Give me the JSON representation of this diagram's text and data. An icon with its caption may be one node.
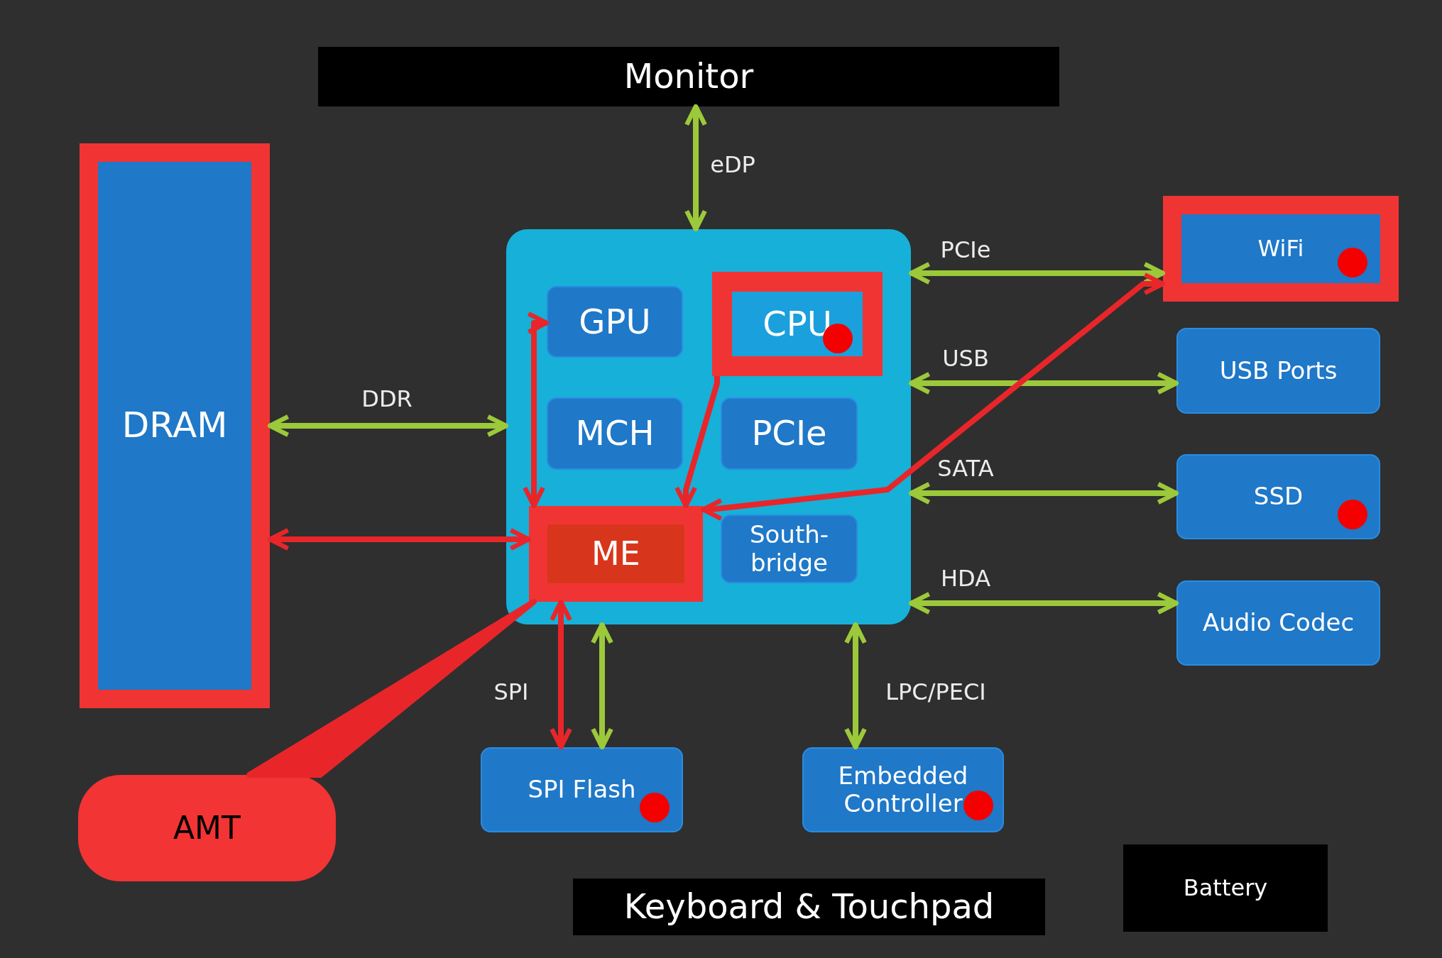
{
  "diagram": {
    "nodes": [
      {
        "text": [
          "Monitor"
        ]
      },
      {
        "text": [
          "DRAM"
        ]
      },
      {
        "text": [],
        "shape": "box"
      },
      {
        "text": [
          "GPU"
        ],
        "in": 2
      },
      {
        "text": [
          "CPU"
        ],
        "in": 2
      },
      {
        "text": [
          "MCH"
        ],
        "in": 2
      },
      {
        "text": [
          "PCIe"
        ],
        "in": 2
      },
      {
        "text": [
          "ME"
        ],
        "in": 2
      },
      {
        "text": [
          "South- bridge"
        ],
        "in": 2
      },
      {
        "text": [
          "WiFi"
        ]
      },
      {
        "text": [
          "USB Ports"
        ]
      },
      {
        "text": [
          "SSD"
        ]
      },
      {
        "text": [
          "Audio Codec"
        ]
      },
      {
        "text": [
          "SPI Flash"
        ]
      },
      {
        "text": [
          "Embedded Controller"
        ]
      },
      {
        "text": [
          "AMT"
        ]
      },
      {
        "text": [
          "Keyboard & Touchpad"
        ]
      },
      {
        "text": [
          "Battery"
        ]
      }
    ],
    "edges": [
      {
        "from": 0,
        "to": 2,
        "arrow": "both",
        "label": "eDP"
      },
      {
        "from": 1,
        "to": 2,
        "arrow": "both",
        "label": "DDR"
      },
      {
        "from": 2,
        "to": 9,
        "arrow": "both",
        "label": "PCIe"
      },
      {
        "from": 2,
        "to": 10,
        "arrow": "both",
        "label": "USB"
      },
      {
        "from": 2,
        "to": 11,
        "arrow": "both",
        "label": "SATA"
      },
      {
        "from": 2,
        "to": 12,
        "arrow": "both",
        "label": "HDA"
      },
      {
        "from": 2,
        "to": 13,
        "arrow": "both",
        "label": "SPI"
      },
      {
        "from": 2,
        "to": 14,
        "arrow": "both",
        "label": "LPC/PECI"
      },
      {
        "from": 3,
        "to": 7,
        "arrow": "both",
        "color": "#e8262a"
      },
      {
        "from": 4,
        "to": 7,
        "arrow": "to",
        "color": "#e8262a"
      },
      {
        "from": 7,
        "to": 9,
        "arrow": "both",
        "color": "#e8262a"
      },
      {
        "from": 7,
        "to": 1,
        "arrow": "both",
        "color": "#e8262a"
      },
      {
        "from": 7,
        "to": 13,
        "arrow": "both",
        "color": "#e8262a"
      },
      {
        "from": 15,
        "to": 7,
        "arrow": "none",
        "color": "#e8262a"
      }
    ]
  }
}
